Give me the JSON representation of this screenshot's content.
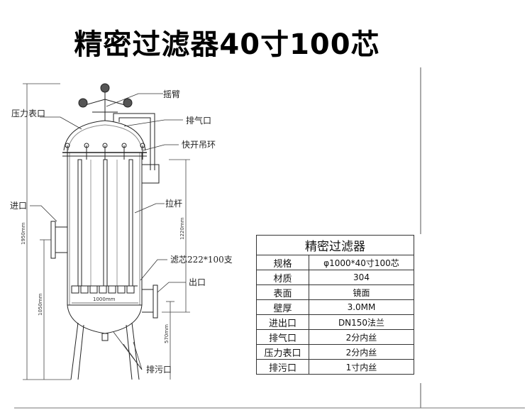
{
  "title": "精密过滤器40寸100芯",
  "labels": {
    "rocker_arm": "摇臂",
    "pressure_gauge_port": "压力表口",
    "vent_port": "排气口",
    "quick_open_ring": "快开吊环",
    "inlet": "进口",
    "tie_rod": "拉杆",
    "filter_cartridge": "滤芯222*100支",
    "outlet": "出口",
    "drain_port": "排污口"
  },
  "dimensions": {
    "total_height": "1950mm",
    "cartridge_height": "1220mm",
    "inlet_height": "1050mm",
    "outlet_height": "570mm",
    "diameter": "1000mm"
  },
  "spec_table": {
    "title": "精密过滤器",
    "rows": [
      {
        "key": "规格",
        "value": "φ1000*40寸100芯"
      },
      {
        "key": "材质",
        "value": "304"
      },
      {
        "key": "表面",
        "value": "镜面"
      },
      {
        "key": "壁厚",
        "value": "3.0MM"
      },
      {
        "key": "进出口",
        "value": "DN150法兰"
      },
      {
        "key": "排气口",
        "value": "2分内丝"
      },
      {
        "key": "压力表口",
        "value": "2分内丝"
      },
      {
        "key": "排污口",
        "value": "1寸内丝"
      }
    ]
  }
}
